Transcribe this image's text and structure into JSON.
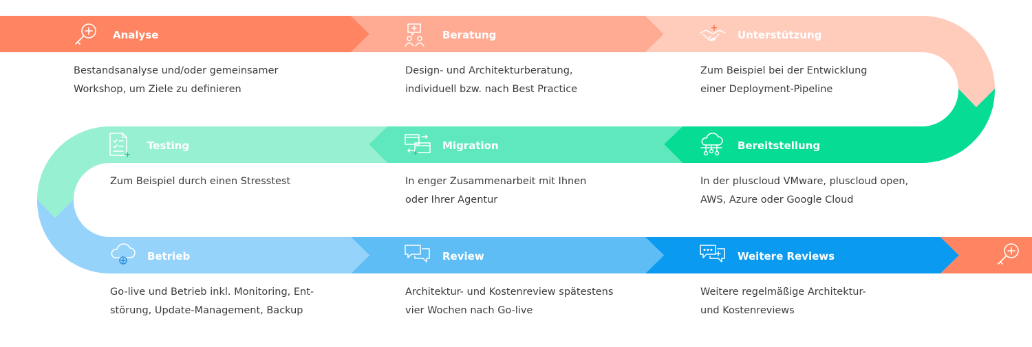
{
  "colors": {
    "analyse": "#ff8461",
    "beratung": "#ffab94",
    "unterstuetzung": "#ffcbbb",
    "bereitstellung": "#07dc94",
    "migration": "#5fe8bd",
    "testing": "#97f0d2",
    "betrieb": "#96d3fa",
    "review": "#5fbdf5",
    "weitere": "#0a9bf1",
    "final": "#ff8461",
    "description_text": "#3a3a3a"
  },
  "steps": [
    {
      "id": "analyse",
      "title": "Analyse",
      "icon": "magnifier-plus-icon",
      "lines": [
        "Bestandsanalyse und/oder gemeinsamer",
        "Workshop, um Ziele zu definieren"
      ]
    },
    {
      "id": "beratung",
      "title": "Beratung",
      "icon": "consulting-people-icon",
      "lines": [
        "Design- und Architekturberatung,",
        "individuell bzw. nach Best Practice"
      ]
    },
    {
      "id": "unterstuetzung",
      "title": "Unterstützung",
      "icon": "handshake-icon",
      "lines": [
        "Zum Beispiel bei der Entwicklung",
        "einer Deployment-Pipeline"
      ]
    },
    {
      "id": "bereitstellung",
      "title": "Bereitstellung",
      "icon": "cloud-network-icon",
      "lines": [
        "In der pluscloud VMware, pluscloud open,",
        "AWS, Azure oder Google Cloud"
      ]
    },
    {
      "id": "migration",
      "title": "Migration",
      "icon": "transfer-windows-icon",
      "lines": [
        "In enger Zusammenarbeit mit Ihnen",
        "oder Ihrer Agentur"
      ]
    },
    {
      "id": "testing",
      "title": "Testing",
      "icon": "checklist-icon",
      "lines": [
        "Zum Beispiel durch einen Stresstest"
      ]
    },
    {
      "id": "betrieb",
      "title": "Betrieb",
      "icon": "cloud-gear-icon",
      "lines": [
        "Go-live und Betrieb inkl. Monitoring, Ent-",
        "störung, Update-Management, Backup"
      ]
    },
    {
      "id": "review",
      "title": "Review",
      "icon": "chat-bubbles-icon",
      "lines": [
        "Architektur- und Kostenreview spätestens",
        "vier Wochen nach Go-live"
      ]
    },
    {
      "id": "weitere",
      "title": "Weitere Reviews",
      "icon": "chat-bubbles-plus-icon",
      "lines": [
        "Weitere regelmäßige Architektur-",
        "und Kostenreviews"
      ]
    }
  ],
  "final_icon": "magnifier-plus-icon"
}
